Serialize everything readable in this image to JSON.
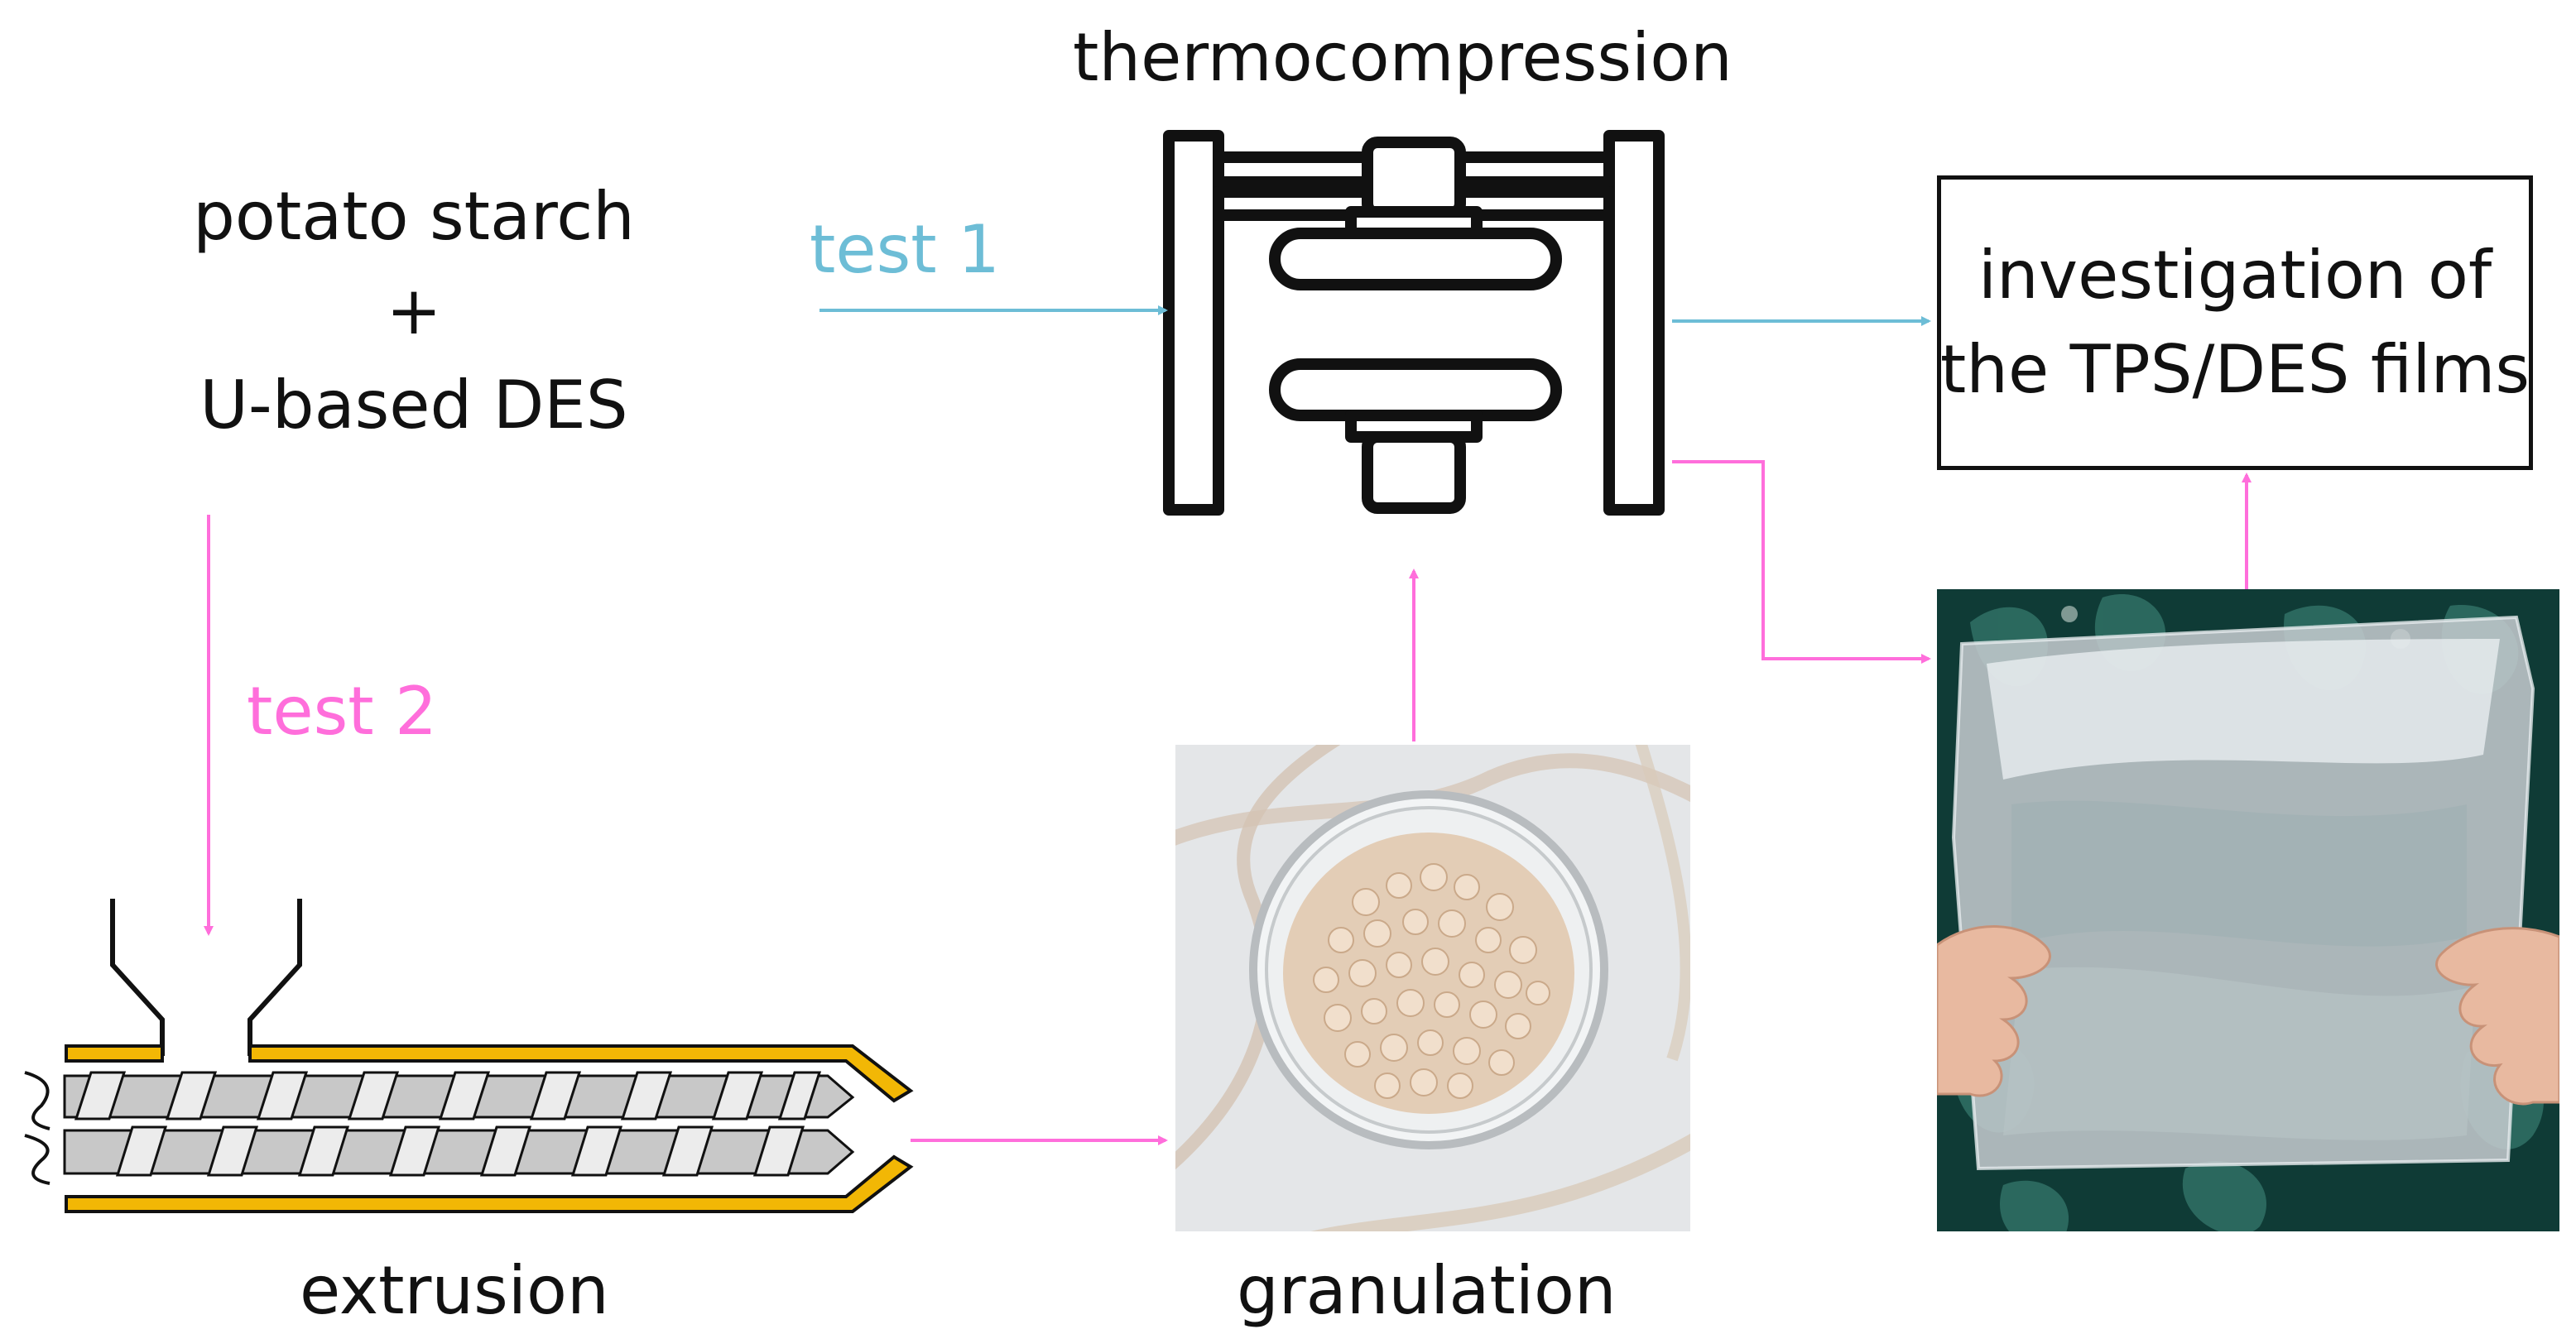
{
  "labels": {
    "input_line1": "potato starch",
    "input_line2": "+",
    "input_line3": "U-based DES",
    "test1": "test 1",
    "test2": "test 2",
    "thermocompression": "thermocompression",
    "extrusion": "extrusion",
    "granulation": "granulation",
    "result_line1": "investigation of",
    "result_line2": "the TPS/DES films"
  },
  "colors": {
    "test1_arrow": "#6dbdd6",
    "test2_arrow": "#ff6edb",
    "extruder_barrel": "#f2b705",
    "screw_flight": "#c8c8c8",
    "outline": "#111111"
  },
  "icons": {
    "press": "thermocompression-press-icon",
    "extruder": "twin-screw-extruder-icon",
    "granules_photo": "granules-in-petri-dish-photo",
    "film_photo": "tps-des-film-held-by-hands-photo"
  }
}
